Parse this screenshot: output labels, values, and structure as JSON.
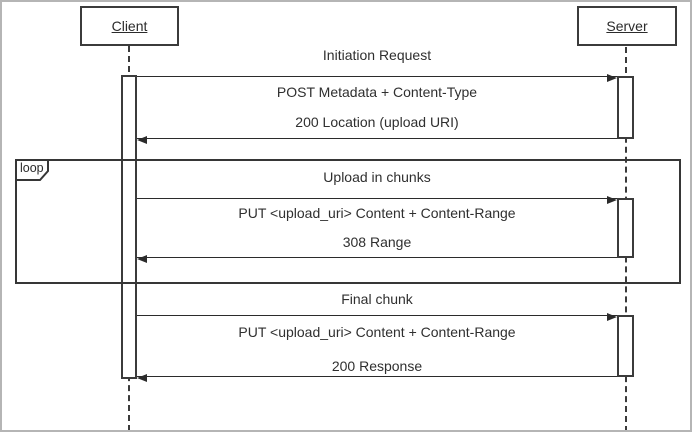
{
  "diagram_type": "uml-sequence",
  "actors": {
    "client": "Client",
    "server": "Server"
  },
  "fragment": {
    "operator": "loop"
  },
  "sections": {
    "initiation": {
      "title": "Initiation Request",
      "request": "POST Metadata + Content-Type",
      "response": "200 Location (upload URI)"
    },
    "upload_loop": {
      "title": "Upload in chunks",
      "request": "PUT <upload_uri> Content + Content-Range",
      "response": "308 Range"
    },
    "final": {
      "title": "Final chunk",
      "request": "PUT <upload_uri> Content + Content-Range",
      "response": "200 Response"
    }
  },
  "colors": {
    "ink": "#2b2b2b",
    "background": "#ffffff",
    "outer_frame": "#b5b5b5"
  }
}
